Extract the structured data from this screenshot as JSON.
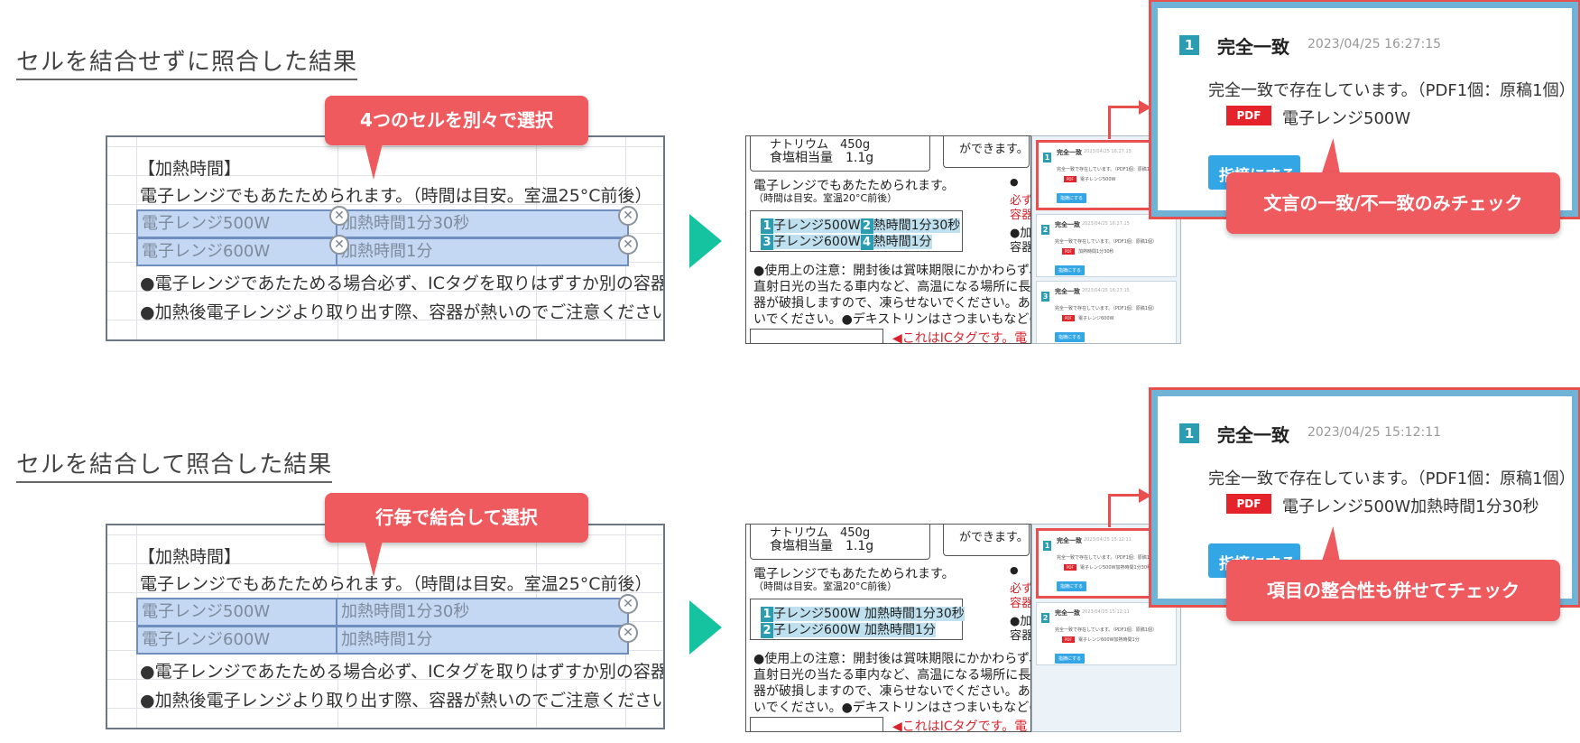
{
  "section1": {
    "title": "セルを結合せずに照合した結果",
    "callout": "4つのセルを別々で選択",
    "sheet": {
      "heading": "【加熱時間】",
      "line1": "電子レンジでもあたためられます。（時間は目安。室温25°C前後）",
      "cells": [
        "電子レンジ500W",
        "加熱時間1分30秒",
        "電子レンジ600W",
        "加熱時間1分"
      ],
      "line4": "●電子レンジであたためる場合必ず、ICタグを取りはずすか別の容器に入",
      "line5": "●加熱後電子レンジより取り出す際、容器が熱いのでご注意ください。",
      "remove_glyph": "✕"
    },
    "pdf": {
      "top_left_1": "ナトリウム　450g",
      "top_left_2": "食塩相当量　1.1g",
      "top_right": "ができます。",
      "line1": "電子レンジでもあたためられます。",
      "line2": "（時間は目安。室温20°C前後）",
      "badges": [
        "1",
        "2",
        "3",
        "4"
      ],
      "hl1a": "子レンジ500W",
      "hl1b": "熱時間1分30秒",
      "hl2a": "子レンジ600W",
      "hl2b": "熱時間1分",
      "notice1": "●使用上の注意：開封後は賞味期限にかかわらず、",
      "notice2": "直射日光の当たる車内など、高温になる場所に長時",
      "notice3": "器が破損しますので、凍らせないでください。あた",
      "notice4": "いでください。●デキストリンはさつまいもなどの",
      "ic_tag": "◀これはICタグです。電",
      "side_frag": [
        "●",
        "必ず",
        "容器",
        "●加",
        "容器"
      ]
    },
    "cards": [
      {
        "num": "1",
        "title": "完全一致",
        "date": "2023/04/25 16:27:15",
        "msg": "完全一致で存在しています。（PDF1個：原稿1個）",
        "pdf": "PDF",
        "text": "電子レンジ500W",
        "btn": "指摘にする"
      },
      {
        "num": "2",
        "title": "完全一致",
        "date": "2023/04/25 16:27:15",
        "msg": "完全一致で存在しています。（PDF1個：原稿1個）",
        "pdf": "PDF",
        "text": "加熱時間1分30秒",
        "btn": "指摘にする"
      },
      {
        "num": "3",
        "title": "完全一致",
        "date": "2023/04/25 16:27:15",
        "msg": "完全一致で存在しています。（PDF1個：原稿1個）",
        "pdf": "PDF",
        "text": "電子レンジ600W",
        "btn": "指摘にする"
      }
    ],
    "zoom": {
      "num": "1",
      "title": "完全一致",
      "date": "2023/04/25 16:27:15",
      "msg": "完全一致で存在しています。（PDF1個：原稿1個）",
      "pdf": "PDF",
      "text": "電子レンジ500W",
      "btn": "指摘にする"
    },
    "note": "文言の一致/不一致のみチェック"
  },
  "section2": {
    "title": "セルを結合して照合した結果",
    "callout": "行毎で結合して選択",
    "sheet": {
      "heading": "【加熱時間】",
      "line1": "電子レンジでもあたためられます。（時間は目安。室温25°C前後）",
      "cells": [
        "電子レンジ500W",
        "加熱時間1分30秒",
        "電子レンジ600W",
        "加熱時間1分"
      ],
      "line4": "●電子レンジであたためる場合必ず、ICタグを取りはずすか別の容器に入",
      "line5": "●加熱後電子レンジより取り出す際、容器が熱いのでご注意ください。",
      "remove_glyph": "✕"
    },
    "pdf": {
      "top_left_1": "ナトリウム　450g",
      "top_left_2": "食塩相当量　1.1g",
      "top_right": "ができます。",
      "line1": "電子レンジでもあたためられます。",
      "line2": "（時間は目安。室温20°C前後）",
      "badges": [
        "1",
        "2"
      ],
      "hl1": "子レンジ500W 加熱時間1分30秒",
      "hl2": "子レンジ600W 加熱時間1分",
      "notice1": "●使用上の注意：開封後は賞味期限にかかわらず、",
      "notice2": "直射日光の当たる車内など、高温になる場所に長時",
      "notice3": "器が破損しますので、凍らせないでください。あた",
      "notice4": "いでください。●デキストリンはさつまいもなどの",
      "ic_tag": "◀これはICタグです。電",
      "side_frag": [
        "●",
        "必ず",
        "容器",
        "●加",
        "容器"
      ]
    },
    "cards": [
      {
        "num": "1",
        "title": "完全一致",
        "date": "2023/04/25 15:12:11",
        "msg": "完全一致で存在しています。（PDF1個：原稿1個）",
        "pdf": "PDF",
        "text": "電子レンジ500W加熱時間1分30秒",
        "btn": "指摘にする"
      },
      {
        "num": "2",
        "title": "完全一致",
        "date": "2023/04/25 15:12:11",
        "msg": "完全一致で存在しています。（PDF1個：原稿1個）",
        "pdf": "PDF",
        "text": "電子レンジ600W加熱時間1分",
        "btn": "指摘にする"
      }
    ],
    "zoom": {
      "num": "1",
      "title": "完全一致",
      "date": "2023/04/25 15:12:11",
      "msg": "完全一致で存在しています。（PDF1個：原稿1個）",
      "pdf": "PDF",
      "text": "電子レンジ500W加熱時間1分30秒",
      "btn": "指摘にする"
    },
    "note": "項目の整合性も併せてチェック"
  },
  "colors": {
    "accent_red": "#ef5a5e",
    "arrow_green": "#16c3a0",
    "badge_teal": "#2a9db3",
    "button_blue": "#33a6e6",
    "selection_blue": "#c4d7f3"
  }
}
